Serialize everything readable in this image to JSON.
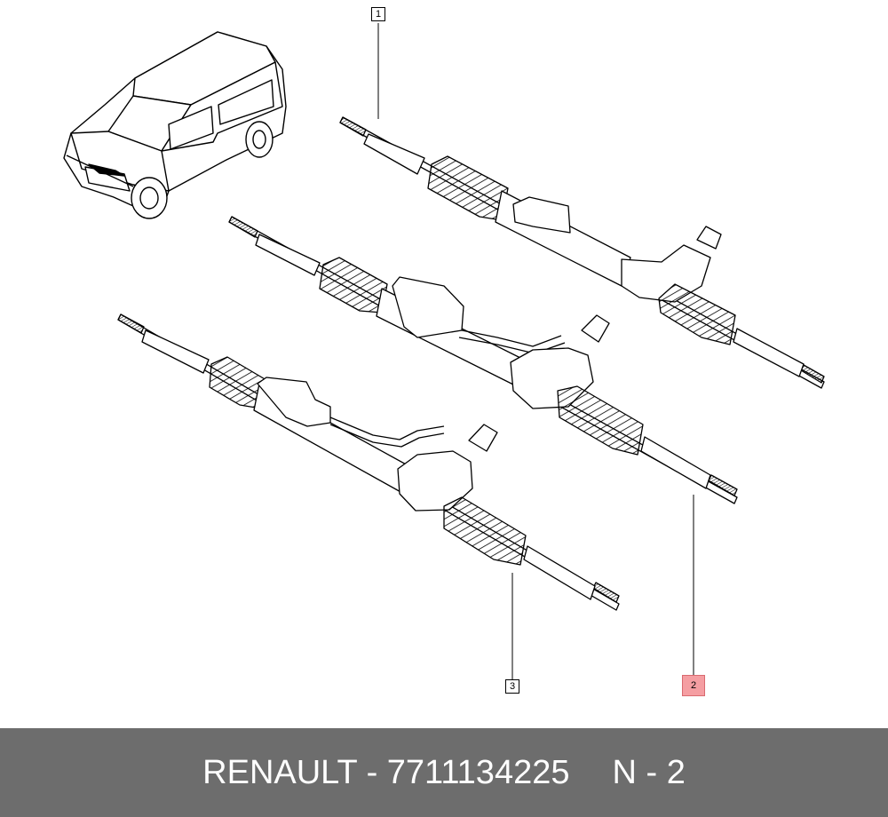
{
  "callouts": {
    "c1": "1",
    "c2": "2",
    "c3": "3"
  },
  "footer": {
    "brand_part": "RENAULT - 7711134225",
    "ref": "N - 2"
  },
  "colors": {
    "highlight": "#f59ea2",
    "footer_bg": "#6d6d6d",
    "line": "#000000"
  }
}
